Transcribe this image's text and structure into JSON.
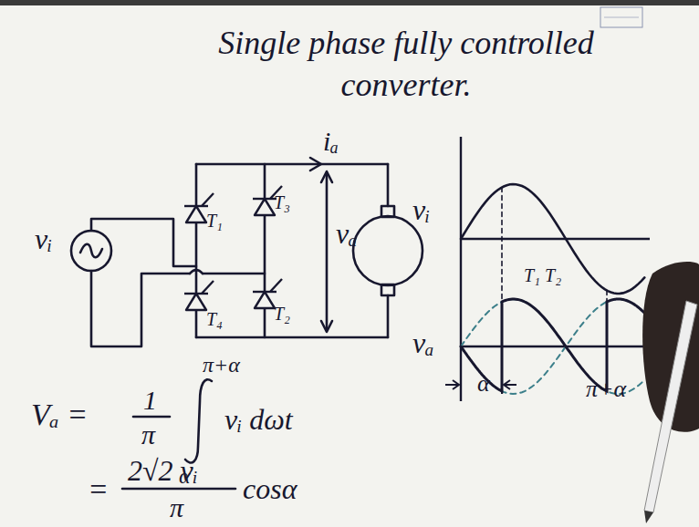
{
  "diagram": {
    "title": "Single phase fully controlled converter.",
    "labels": [
      "T₁",
      "T₃",
      "T₄",
      "T₂",
      "vᵢ",
      "iₐ",
      "vₐ",
      "vᵢ",
      "T₁ T₂",
      "vₐ",
      "α",
      "π+α",
      "Vₐ =",
      "1",
      "π",
      "π+α",
      "α",
      "vᵢ dωt",
      "=",
      "2√2 vᵢ",
      "π",
      "cosα"
    ]
  }
}
